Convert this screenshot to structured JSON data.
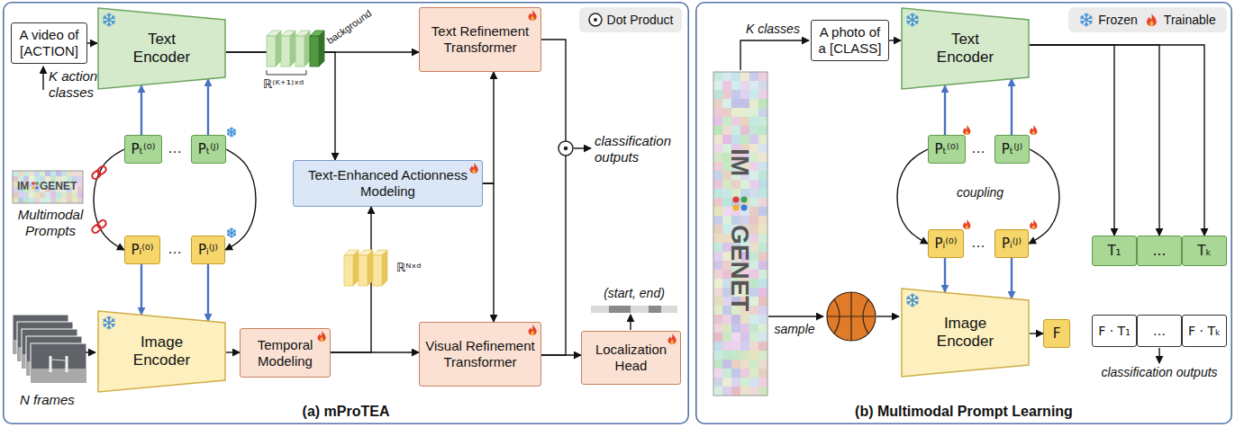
{
  "diagram": {
    "nodes": [
      {
        "text": [
          "(a) mProTEA"
        ]
      },
      {
        "text": [
          "A video of [ACTION]"
        ],
        "in": 0
      },
      {
        "text": [
          "Text Encoder"
        ],
        "in": 0
      },
      {
        "text": [
          "Text Refinement Transformer"
        ],
        "in": 0
      },
      {
        "text": [
          "Pₜ⁽⁰⁾"
        ],
        "in": 0
      },
      {
        "text": [
          "Pₜ⁽ᴶ⁾"
        ],
        "in": 0
      },
      {
        "text": [
          "Text-Enhanced Actionness Modeling"
        ],
        "in": 0
      },
      {
        "text": [
          "Pᵢ⁽⁰⁾"
        ],
        "in": 0
      },
      {
        "text": [
          "Pᵢ⁽ᴶ⁾"
        ],
        "in": 0
      },
      {
        "text": [
          "Image Encoder"
        ],
        "in": 0
      },
      {
        "text": [
          "Temporal Modeling"
        ],
        "in": 0
      },
      {
        "text": [
          "Visual Refinement Transformer"
        ],
        "in": 0
      },
      {
        "text": [
          "Localization Head"
        ],
        "in": 0
      },
      {
        "text": [
          "(b) Multimodal Prompt Learning"
        ]
      },
      {
        "text": [
          "A photo of a [CLASS]"
        ],
        "in": 13
      },
      {
        "text": [
          "Text Encoder"
        ],
        "in": 13
      },
      {
        "text": [
          "Pₜ⁽⁰⁾"
        ],
        "in": 13
      },
      {
        "text": [
          "Pₜ⁽ᴶ⁾"
        ],
        "in": 13
      },
      {
        "text": [
          "Pᵢ⁽⁰⁾"
        ],
        "in": 13
      },
      {
        "text": [
          "Pᵢ⁽ᴶ⁾"
        ],
        "in": 13
      },
      {
        "text": [
          "Image Encoder"
        ],
        "in": 13
      },
      {
        "text": [
          "F"
        ],
        "in": 13
      },
      {
        "text": [
          "T₁"
        ],
        "in": 13
      },
      {
        "text": [
          "…"
        ],
        "in": 13
      },
      {
        "text": [
          "Tₖ"
        ],
        "in": 13
      },
      {
        "text": [
          "F · T₁"
        ],
        "in": 13
      },
      {
        "text": [
          "…"
        ],
        "in": 13
      },
      {
        "text": [
          "F · Tₖ"
        ],
        "in": 13
      }
    ],
    "edges": [
      {
        "from": 1,
        "to": 2,
        "arrow": "to"
      },
      {
        "from": 2,
        "to": 3,
        "arrow": "to"
      },
      {
        "from": 2,
        "to": 6,
        "arrow": "to"
      },
      {
        "from": 4,
        "to": 2,
        "arrow": "to"
      },
      {
        "from": 5,
        "to": 2,
        "arrow": "to"
      },
      {
        "from": 7,
        "to": 9,
        "arrow": "to"
      },
      {
        "from": 8,
        "to": 9,
        "arrow": "to"
      },
      {
        "from": 4,
        "to": 7,
        "arrow": "to"
      },
      {
        "from": 5,
        "to": 8,
        "arrow": "to"
      },
      {
        "from": 10,
        "to": 6,
        "arrow": "to"
      },
      {
        "from": 6,
        "to": 3,
        "arrow": "to"
      },
      {
        "from": 6,
        "to": 11,
        "arrow": "to"
      },
      {
        "from": 9,
        "to": 10,
        "arrow": "to"
      },
      {
        "from": 10,
        "to": 11,
        "arrow": "to"
      },
      {
        "from": 3,
        "to": 11,
        "arrow": "none"
      },
      {
        "from": 11,
        "to": 12,
        "arrow": "to"
      },
      {
        "from": 14,
        "to": 15,
        "arrow": "to"
      },
      {
        "from": 16,
        "to": 15,
        "arrow": "to"
      },
      {
        "from": 17,
        "to": 15,
        "arrow": "to"
      },
      {
        "from": 18,
        "to": 20,
        "arrow": "to"
      },
      {
        "from": 19,
        "to": 20,
        "arrow": "to"
      },
      {
        "from": 16,
        "to": 18,
        "arrow": "to"
      },
      {
        "from": 17,
        "to": 19,
        "arrow": "to"
      },
      {
        "from": 15,
        "to": 22,
        "arrow": "to"
      },
      {
        "from": 15,
        "to": 23,
        "arrow": "to"
      },
      {
        "from": 15,
        "to": 24,
        "arrow": "to"
      },
      {
        "from": 20,
        "to": 21,
        "arrow": "to"
      }
    ],
    "labels": [
      "K action classes",
      "Multimodal Prompts",
      "IM",
      "GENET",
      "N frames",
      "background",
      "ℝ⁽ᴷ⁺¹⁾ˣᵈ",
      "ℝᴺˣᵈ",
      "…",
      "…",
      "classification outputs",
      "(start, end)",
      "K classes",
      "IM",
      "GENET",
      "…",
      "…",
      "coupling",
      "sample",
      "classification outputs"
    ],
    "legend": [
      {
        "text": "Dot Product"
      },
      {
        "text": "Frozen"
      },
      {
        "text": "Trainable"
      }
    ]
  }
}
